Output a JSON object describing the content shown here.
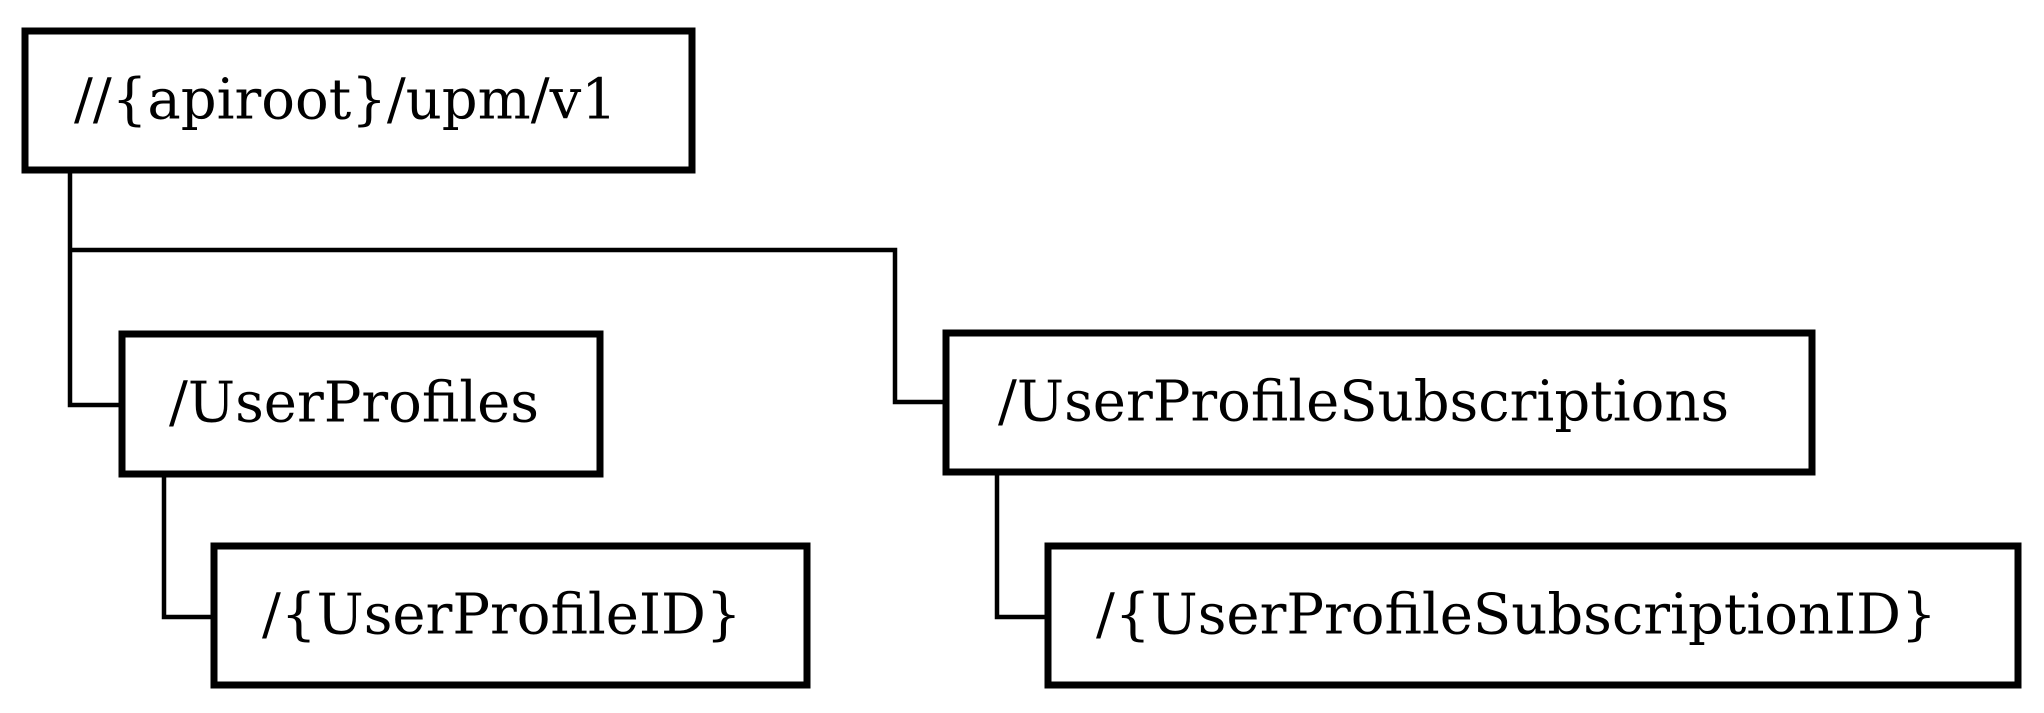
{
  "diagram": {
    "nodes": {
      "root": {
        "label": "//{apiroot}/upm/v1"
      },
      "user_profiles": {
        "label": "/UserProfiles"
      },
      "user_profile_id": {
        "label": "/{UserProfileID}"
      },
      "user_profile_subscriptions": {
        "label": "/UserProfileSubscriptions"
      },
      "user_profile_subscription_id": {
        "label": "/{UserProfileSubscriptionID}"
      }
    },
    "edges": [
      {
        "from": "root",
        "to": "user_profiles"
      },
      {
        "from": "root",
        "to": "user_profile_subscriptions"
      },
      {
        "from": "user_profiles",
        "to": "user_profile_id"
      },
      {
        "from": "user_profile_subscriptions",
        "to": "user_profile_subscription_id"
      }
    ],
    "colors": {
      "line": "#000000",
      "background": "#ffffff"
    }
  }
}
